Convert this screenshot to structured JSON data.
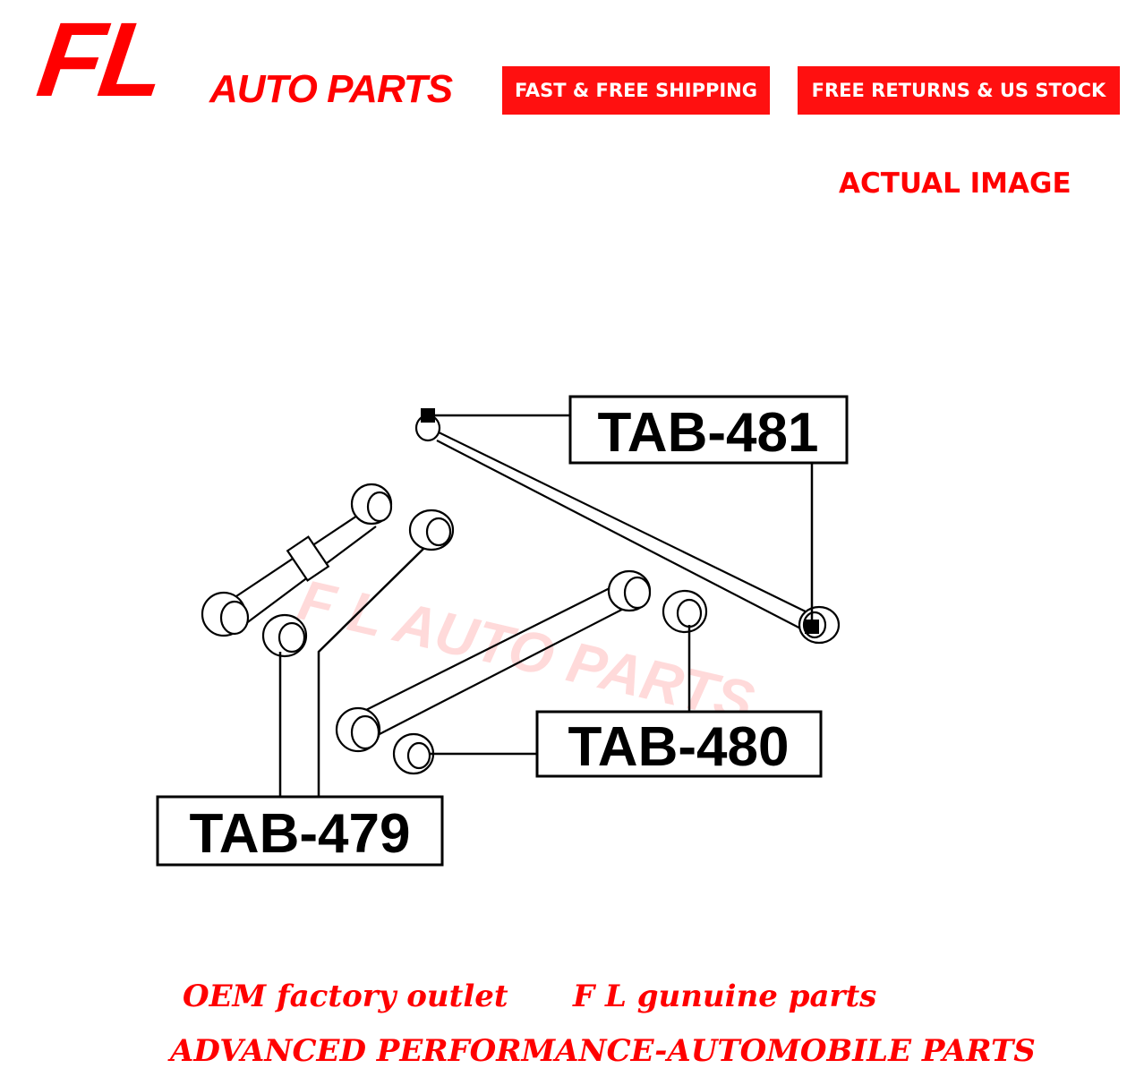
{
  "brand": {
    "logo_letters": "FL",
    "logo_subtitle": "AUTO PARTS"
  },
  "badges": {
    "shipping": "FAST & FREE SHIPPING",
    "returns": "FREE RETURNS & US STOCK"
  },
  "image_note": "ACTUAL IMAGE",
  "watermark": "F L AUTO PARTS",
  "diagram": {
    "parts": [
      {
        "id": "upper",
        "label": "TAB-481"
      },
      {
        "id": "lower-right",
        "label": "TAB-480"
      },
      {
        "id": "lower-left",
        "label": "TAB-479"
      }
    ]
  },
  "footer": {
    "line1_left": "OEM  factory outlet",
    "line1_right": "F L gunuine parts",
    "line2": "ADVANCED PERFORMANCE-AUTOMOBILE PARTS"
  },
  "colors": {
    "brand_red": "#ff0000",
    "badge_red": "#ff1010",
    "line_black": "#000000"
  }
}
